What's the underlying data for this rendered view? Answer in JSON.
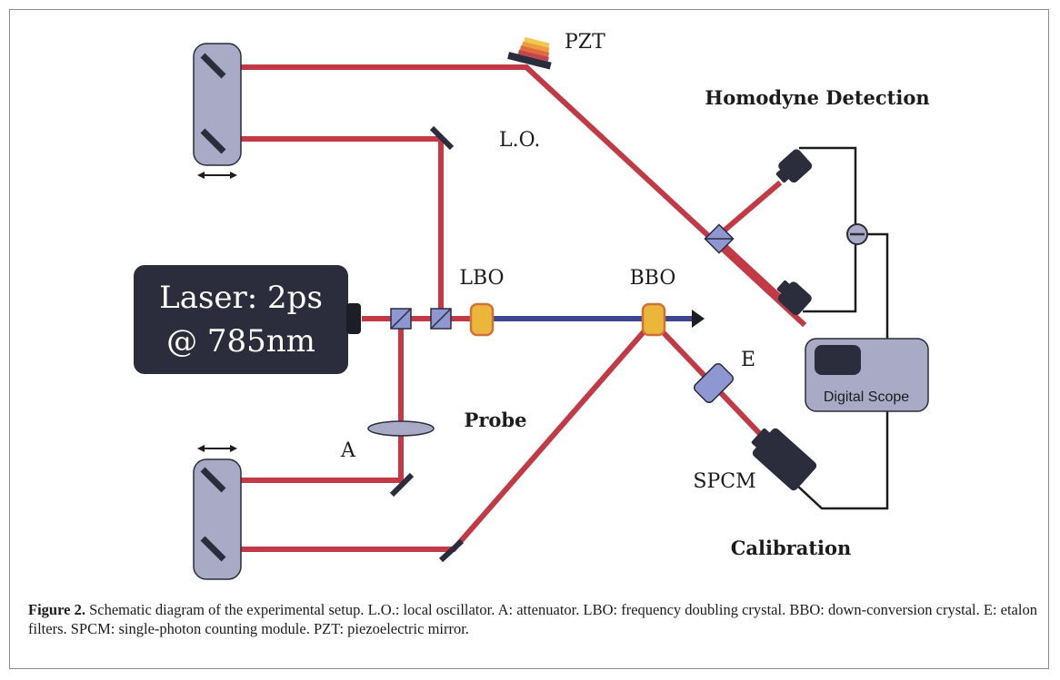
{
  "labels": {
    "pzt": "PZT",
    "homodyne": "Homodyne Detection",
    "lo": "L.O.",
    "lbo": "LBO",
    "bbo": "BBO",
    "laser_line1": "Laser: 2ps",
    "laser_line2": "@ 785nm",
    "e": "E",
    "scope": "Digital Scope",
    "probe": "Probe",
    "a": "A",
    "spcm": "SPCM",
    "calibration": "Calibration"
  },
  "caption": {
    "lead": "Figure 2.",
    "text": " Schematic diagram of the experimental setup. L.O.: local oscillator. A: attenuator. LBO: frequency doubling crystal. BBO: down-conversion crystal. E: etalon filters. SPCM: single-photon counting module. PZT: piezoelectric mirror."
  },
  "colors": {
    "beam_red": "#c23a45",
    "beam_blue": "#3f4690",
    "dark": "#2b2c3c",
    "stage": "#a9abc6",
    "crystal": "#eab73a",
    "cube": "#8e97d2"
  }
}
